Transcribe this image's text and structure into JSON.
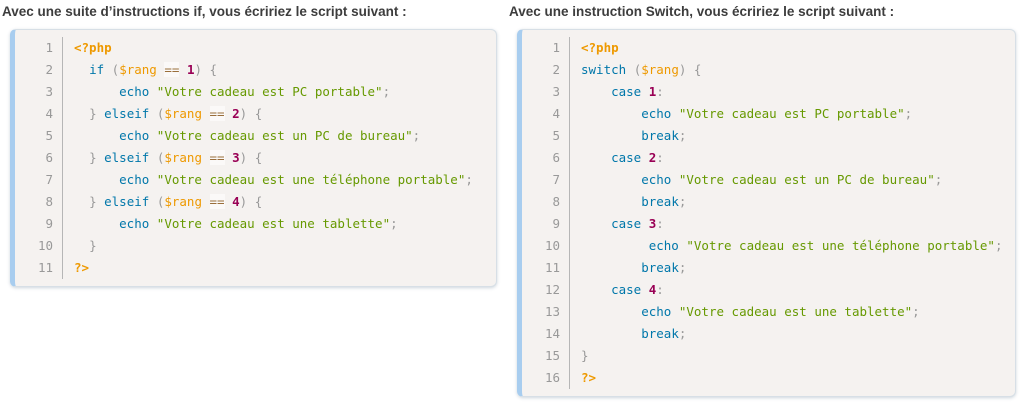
{
  "left": {
    "heading": "Avec une suite d’instructions if, vous écririez le script suivant :",
    "code": {
      "language": "php",
      "lines": [
        [
          [
            "d",
            "<?php"
          ]
        ],
        [
          [
            "t",
            "  "
          ],
          [
            "k",
            "if"
          ],
          [
            "t",
            " "
          ],
          [
            "p",
            "("
          ],
          [
            "v",
            "$rang"
          ],
          [
            "t",
            " "
          ],
          [
            "o",
            "=="
          ],
          [
            "t",
            " "
          ],
          [
            "n",
            "1"
          ],
          [
            "p",
            ")"
          ],
          [
            "t",
            " "
          ],
          [
            "p",
            "{"
          ]
        ],
        [
          [
            "t",
            "      "
          ],
          [
            "k",
            "echo"
          ],
          [
            "t",
            " "
          ],
          [
            "s",
            "\"Votre cadeau est PC portable\""
          ],
          [
            "p",
            ";"
          ]
        ],
        [
          [
            "t",
            "  "
          ],
          [
            "p",
            "}"
          ],
          [
            "t",
            " "
          ],
          [
            "k",
            "elseif"
          ],
          [
            "t",
            " "
          ],
          [
            "p",
            "("
          ],
          [
            "v",
            "$rang"
          ],
          [
            "t",
            " "
          ],
          [
            "o",
            "=="
          ],
          [
            "t",
            " "
          ],
          [
            "n",
            "2"
          ],
          [
            "p",
            ")"
          ],
          [
            "t",
            " "
          ],
          [
            "p",
            "{"
          ]
        ],
        [
          [
            "t",
            "      "
          ],
          [
            "k",
            "echo"
          ],
          [
            "t",
            " "
          ],
          [
            "s",
            "\"Votre cadeau est un PC de bureau\""
          ],
          [
            "p",
            ";"
          ]
        ],
        [
          [
            "t",
            "  "
          ],
          [
            "p",
            "}"
          ],
          [
            "t",
            " "
          ],
          [
            "k",
            "elseif"
          ],
          [
            "t",
            " "
          ],
          [
            "p",
            "("
          ],
          [
            "v",
            "$rang"
          ],
          [
            "t",
            " "
          ],
          [
            "o",
            "=="
          ],
          [
            "t",
            " "
          ],
          [
            "n",
            "3"
          ],
          [
            "p",
            ")"
          ],
          [
            "t",
            " "
          ],
          [
            "p",
            "{"
          ]
        ],
        [
          [
            "t",
            "      "
          ],
          [
            "k",
            "echo"
          ],
          [
            "t",
            " "
          ],
          [
            "s",
            "\"Votre cadeau est une téléphone portable\""
          ],
          [
            "p",
            ";"
          ]
        ],
        [
          [
            "t",
            "  "
          ],
          [
            "p",
            "}"
          ],
          [
            "t",
            " "
          ],
          [
            "k",
            "elseif"
          ],
          [
            "t",
            " "
          ],
          [
            "p",
            "("
          ],
          [
            "v",
            "$rang"
          ],
          [
            "t",
            " "
          ],
          [
            "o",
            "=="
          ],
          [
            "t",
            " "
          ],
          [
            "n",
            "4"
          ],
          [
            "p",
            ")"
          ],
          [
            "t",
            " "
          ],
          [
            "p",
            "{"
          ]
        ],
        [
          [
            "t",
            "      "
          ],
          [
            "k",
            "echo"
          ],
          [
            "t",
            " "
          ],
          [
            "s",
            "\"Votre cadeau est une tablette\""
          ],
          [
            "p",
            ";"
          ]
        ],
        [
          [
            "t",
            "  "
          ],
          [
            "p",
            "}"
          ]
        ],
        [
          [
            "d",
            "?>"
          ]
        ]
      ]
    }
  },
  "right": {
    "heading": "Avec une instruction Switch, vous écririez le script suivant :",
    "code": {
      "language": "php",
      "lines": [
        [
          [
            "d",
            "<?php"
          ]
        ],
        [
          [
            "k",
            "switch"
          ],
          [
            "t",
            " "
          ],
          [
            "p",
            "("
          ],
          [
            "v",
            "$rang"
          ],
          [
            "p",
            ")"
          ],
          [
            "t",
            " "
          ],
          [
            "p",
            "{"
          ]
        ],
        [
          [
            "t",
            "    "
          ],
          [
            "k",
            "case"
          ],
          [
            "t",
            " "
          ],
          [
            "n",
            "1"
          ],
          [
            "p",
            ":"
          ]
        ],
        [
          [
            "t",
            "        "
          ],
          [
            "k",
            "echo"
          ],
          [
            "t",
            " "
          ],
          [
            "s",
            "\"Votre cadeau est PC portable\""
          ],
          [
            "p",
            ";"
          ]
        ],
        [
          [
            "t",
            "        "
          ],
          [
            "k",
            "break"
          ],
          [
            "p",
            ";"
          ]
        ],
        [
          [
            "t",
            "    "
          ],
          [
            "k",
            "case"
          ],
          [
            "t",
            " "
          ],
          [
            "n",
            "2"
          ],
          [
            "p",
            ":"
          ]
        ],
        [
          [
            "t",
            "        "
          ],
          [
            "k",
            "echo"
          ],
          [
            "t",
            " "
          ],
          [
            "s",
            "\"Votre cadeau est un PC de bureau\""
          ],
          [
            "p",
            ";"
          ]
        ],
        [
          [
            "t",
            "        "
          ],
          [
            "k",
            "break"
          ],
          [
            "p",
            ";"
          ]
        ],
        [
          [
            "t",
            "    "
          ],
          [
            "k",
            "case"
          ],
          [
            "t",
            " "
          ],
          [
            "n",
            "3"
          ],
          [
            "p",
            ":"
          ]
        ],
        [
          [
            "t",
            "         "
          ],
          [
            "k",
            "echo"
          ],
          [
            "t",
            " "
          ],
          [
            "s",
            "\"Votre cadeau est une téléphone portable\""
          ],
          [
            "p",
            ";"
          ]
        ],
        [
          [
            "t",
            "        "
          ],
          [
            "k",
            "break"
          ],
          [
            "p",
            ";"
          ]
        ],
        [
          [
            "t",
            "    "
          ],
          [
            "k",
            "case"
          ],
          [
            "t",
            " "
          ],
          [
            "n",
            "4"
          ],
          [
            "p",
            ":"
          ]
        ],
        [
          [
            "t",
            "        "
          ],
          [
            "k",
            "echo"
          ],
          [
            "t",
            " "
          ],
          [
            "s",
            "\"Votre cadeau est une tablette\""
          ],
          [
            "p",
            ";"
          ]
        ],
        [
          [
            "t",
            "        "
          ],
          [
            "k",
            "break"
          ],
          [
            "p",
            ";"
          ]
        ],
        [
          [
            "p",
            "}"
          ]
        ],
        [
          [
            "d",
            "?>"
          ]
        ]
      ]
    }
  },
  "token_legend": {
    "d": "php-delimiter",
    "k": "keyword",
    "v": "variable",
    "o": "operator",
    "n": "number",
    "s": "string",
    "p": "punctuation",
    "t": "plain-text"
  },
  "colors": {
    "page_background": "#ffffff",
    "heading_text": "#3d3d3d",
    "code_background": "#f5f2f0",
    "accent_stripe": "#a8cdef",
    "block_border": "#d7dfe6",
    "line_number": "#999999",
    "keyword": "#0077aa",
    "string": "#669900",
    "number": "#990055",
    "variable": "#ee9900",
    "php_delimiter": "#ee9900",
    "operator": "#9a6e3a",
    "punctuation": "#999999"
  }
}
